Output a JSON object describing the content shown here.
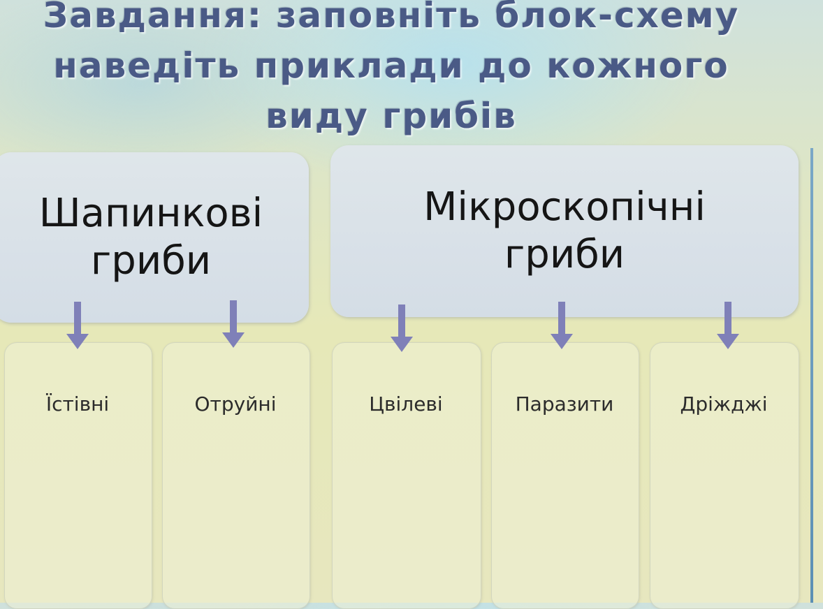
{
  "title": {
    "line1": "Завдання: заповніть блок-схему",
    "line2": "наведіть приклади до кожного",
    "line3": "виду грибів"
  },
  "headers": {
    "cap": {
      "line1": "Шапинкові",
      "line2": "гриби"
    },
    "micro": {
      "line1": "Мікроскопічні",
      "line2": "гриби"
    }
  },
  "categories": [
    "Їстівні",
    "Отруйні",
    "Цвілеві",
    "Паразити",
    "Дріжджі"
  ],
  "colors": {
    "title": "#4a5a86",
    "arrow": "#7f80b8",
    "header_box": "#d8e0e8"
  }
}
